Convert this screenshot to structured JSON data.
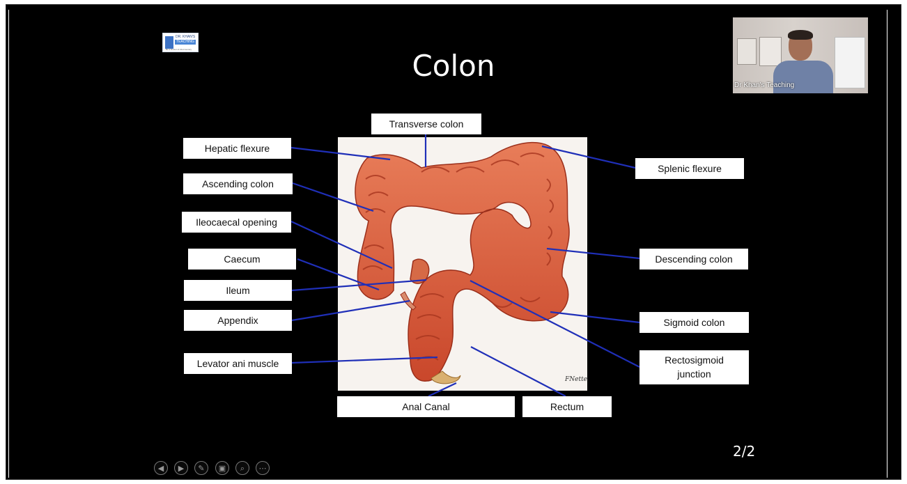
{
  "slide": {
    "title": "Colon",
    "page_indicator": "2/2"
  },
  "video": {
    "caption": "Dr Khan's Teaching"
  },
  "logo": {
    "line1": "DR. KHAN'S",
    "line2": "TEACHING",
    "line3": "Be a Doctor of 21st Century"
  },
  "labels": {
    "transverse_colon": "Transverse colon",
    "hepatic_flexure": "Hepatic flexure",
    "splenic_flexure": "Splenic flexure",
    "ascending_colon": "Ascending colon",
    "ileocaecal_opening": "Ileocaecal opening",
    "caecum": "Caecum",
    "ileum": "Ileum",
    "appendix": "Appendix",
    "levator_ani_muscle": "Levator ani muscle",
    "descending_colon": "Descending colon",
    "sigmoid_colon": "Sigmoid colon",
    "rectosigmoid_line1": "Rectosigmoid",
    "rectosigmoid_line2": "junction",
    "anal_canal": "Anal Canal",
    "rectum": "Rectum"
  },
  "controls": {
    "previous": "◀",
    "next": "▶",
    "pen": "✎",
    "slides": "▣",
    "zoom": "⌕",
    "more": "⋯"
  },
  "icons": [
    "previous-slide-icon",
    "next-slide-icon",
    "pen-icon",
    "slides-icon",
    "zoom-icon",
    "more-icon"
  ],
  "colors": {
    "background": "#000000",
    "leader_line": "#1f2fb8",
    "colon": "#d95b36"
  }
}
